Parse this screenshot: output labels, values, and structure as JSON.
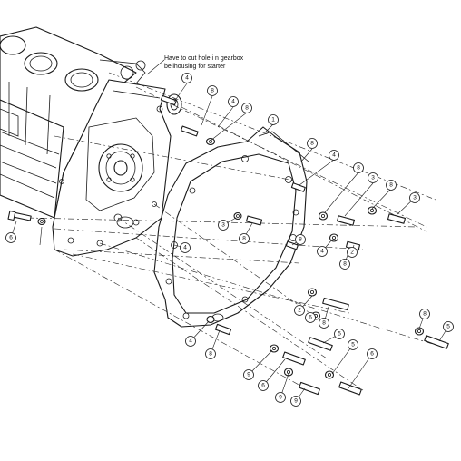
{
  "note": {
    "line1": "Have to cut hole i n gearbox",
    "line2": "bellhousing for starter"
  },
  "callouts": [
    "4",
    "8",
    "4",
    "8",
    "1",
    "8",
    "4",
    "8",
    "3",
    "8",
    "3",
    "3",
    "8",
    "8",
    "4",
    "8",
    "4",
    "2",
    "2",
    "8",
    "6",
    "5",
    "8",
    "5",
    "8",
    "4",
    "5",
    "9",
    "6",
    "9",
    "9",
    "6",
    "6"
  ]
}
